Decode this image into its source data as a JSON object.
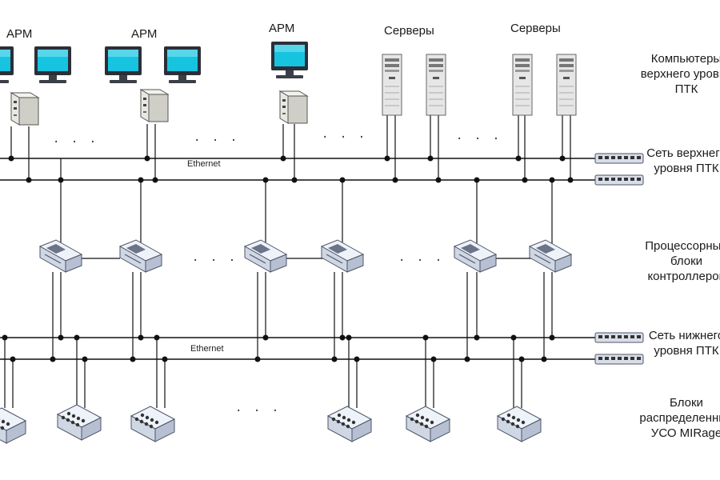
{
  "top_labels": {
    "arm_1": "АРМ",
    "arm_2": "АРМ",
    "arm_3": "АРМ",
    "servers_1": "Серверы",
    "servers_2": "Серверы"
  },
  "network_labels": {
    "ethernet_upper": "Ethernet",
    "ethernet_lower": "Ethernet"
  },
  "ellipsis": "· · ·",
  "right_labels": {
    "computers": [
      "Компьютеры",
      "верхнего уровня",
      "ПТК"
    ],
    "upper_network": [
      "Сеть верхнего",
      "уровня ПТК"
    ],
    "processor_blocks": [
      "Процессорные",
      "блоки",
      "контроллеров"
    ],
    "lower_network": [
      "Сеть нижнего",
      "уровня ПТК"
    ],
    "distributed_blocks": [
      "Блоки",
      "распределенных",
      "УСО MIRage"
    ]
  },
  "colors": {
    "line": "#111111",
    "monitor_screen": "#16c4e0",
    "device_body": "#dfe6f2",
    "device_edge": "#5a6478"
  }
}
